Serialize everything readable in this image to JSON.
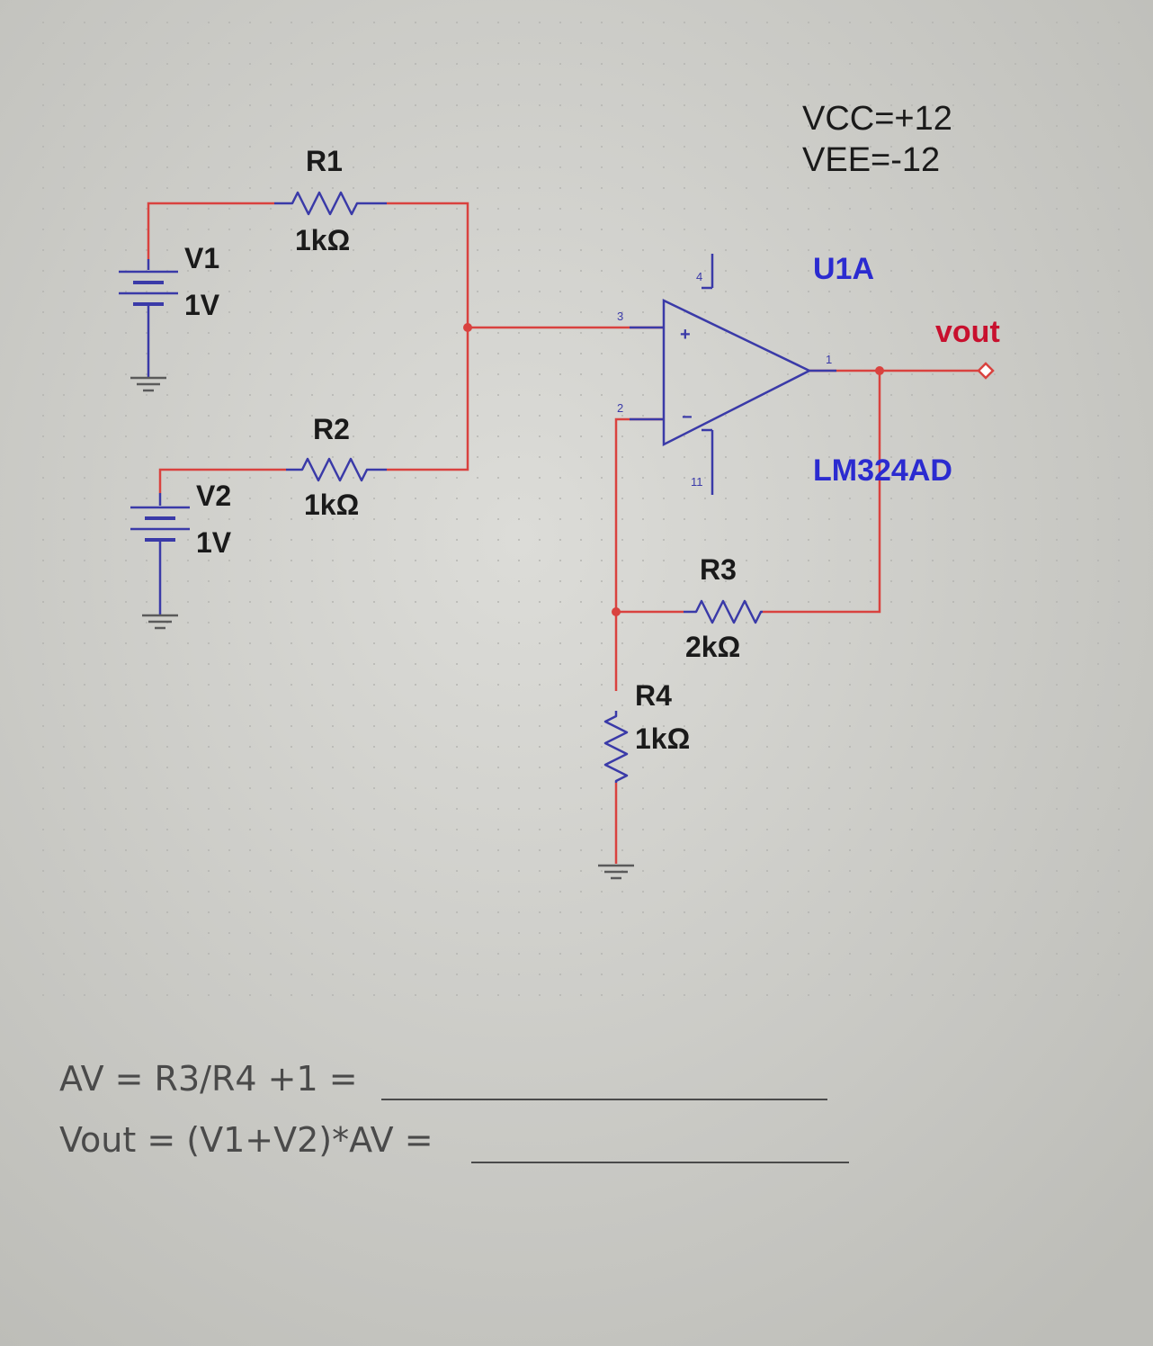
{
  "supply": {
    "vcc": "VCC=+12",
    "vee": "VEE=-12"
  },
  "sources": {
    "v1": {
      "name": "V1",
      "value": "1V"
    },
    "v2": {
      "name": "V2",
      "value": "1V"
    }
  },
  "resistors": {
    "r1": {
      "name": "R1",
      "value": "1kΩ"
    },
    "r2": {
      "name": "R2",
      "value": "1kΩ"
    },
    "r3": {
      "name": "R3",
      "value": "2kΩ"
    },
    "r4": {
      "name": "R4",
      "value": "1kΩ"
    }
  },
  "opamp": {
    "ref": "U1A",
    "part": "LM324AD",
    "pins": {
      "noninv": "3",
      "inv": "2",
      "out": "1",
      "vplus": "4",
      "vminus": "11"
    },
    "plus_sign": "+",
    "minus_sign": "−"
  },
  "output_label": "vout",
  "equations": {
    "gain": "AV = R3/R4 +1 =",
    "vout": "Vout = (V1+V2)*AV ="
  },
  "colors": {
    "wire": "#d9423f",
    "component": "#3a3aa8",
    "ground": "#5a5a5a",
    "label": "#1a1a1a",
    "ref_label": "#2b2bd0",
    "output": "#c8102e",
    "equation": "#4a4a4a"
  }
}
